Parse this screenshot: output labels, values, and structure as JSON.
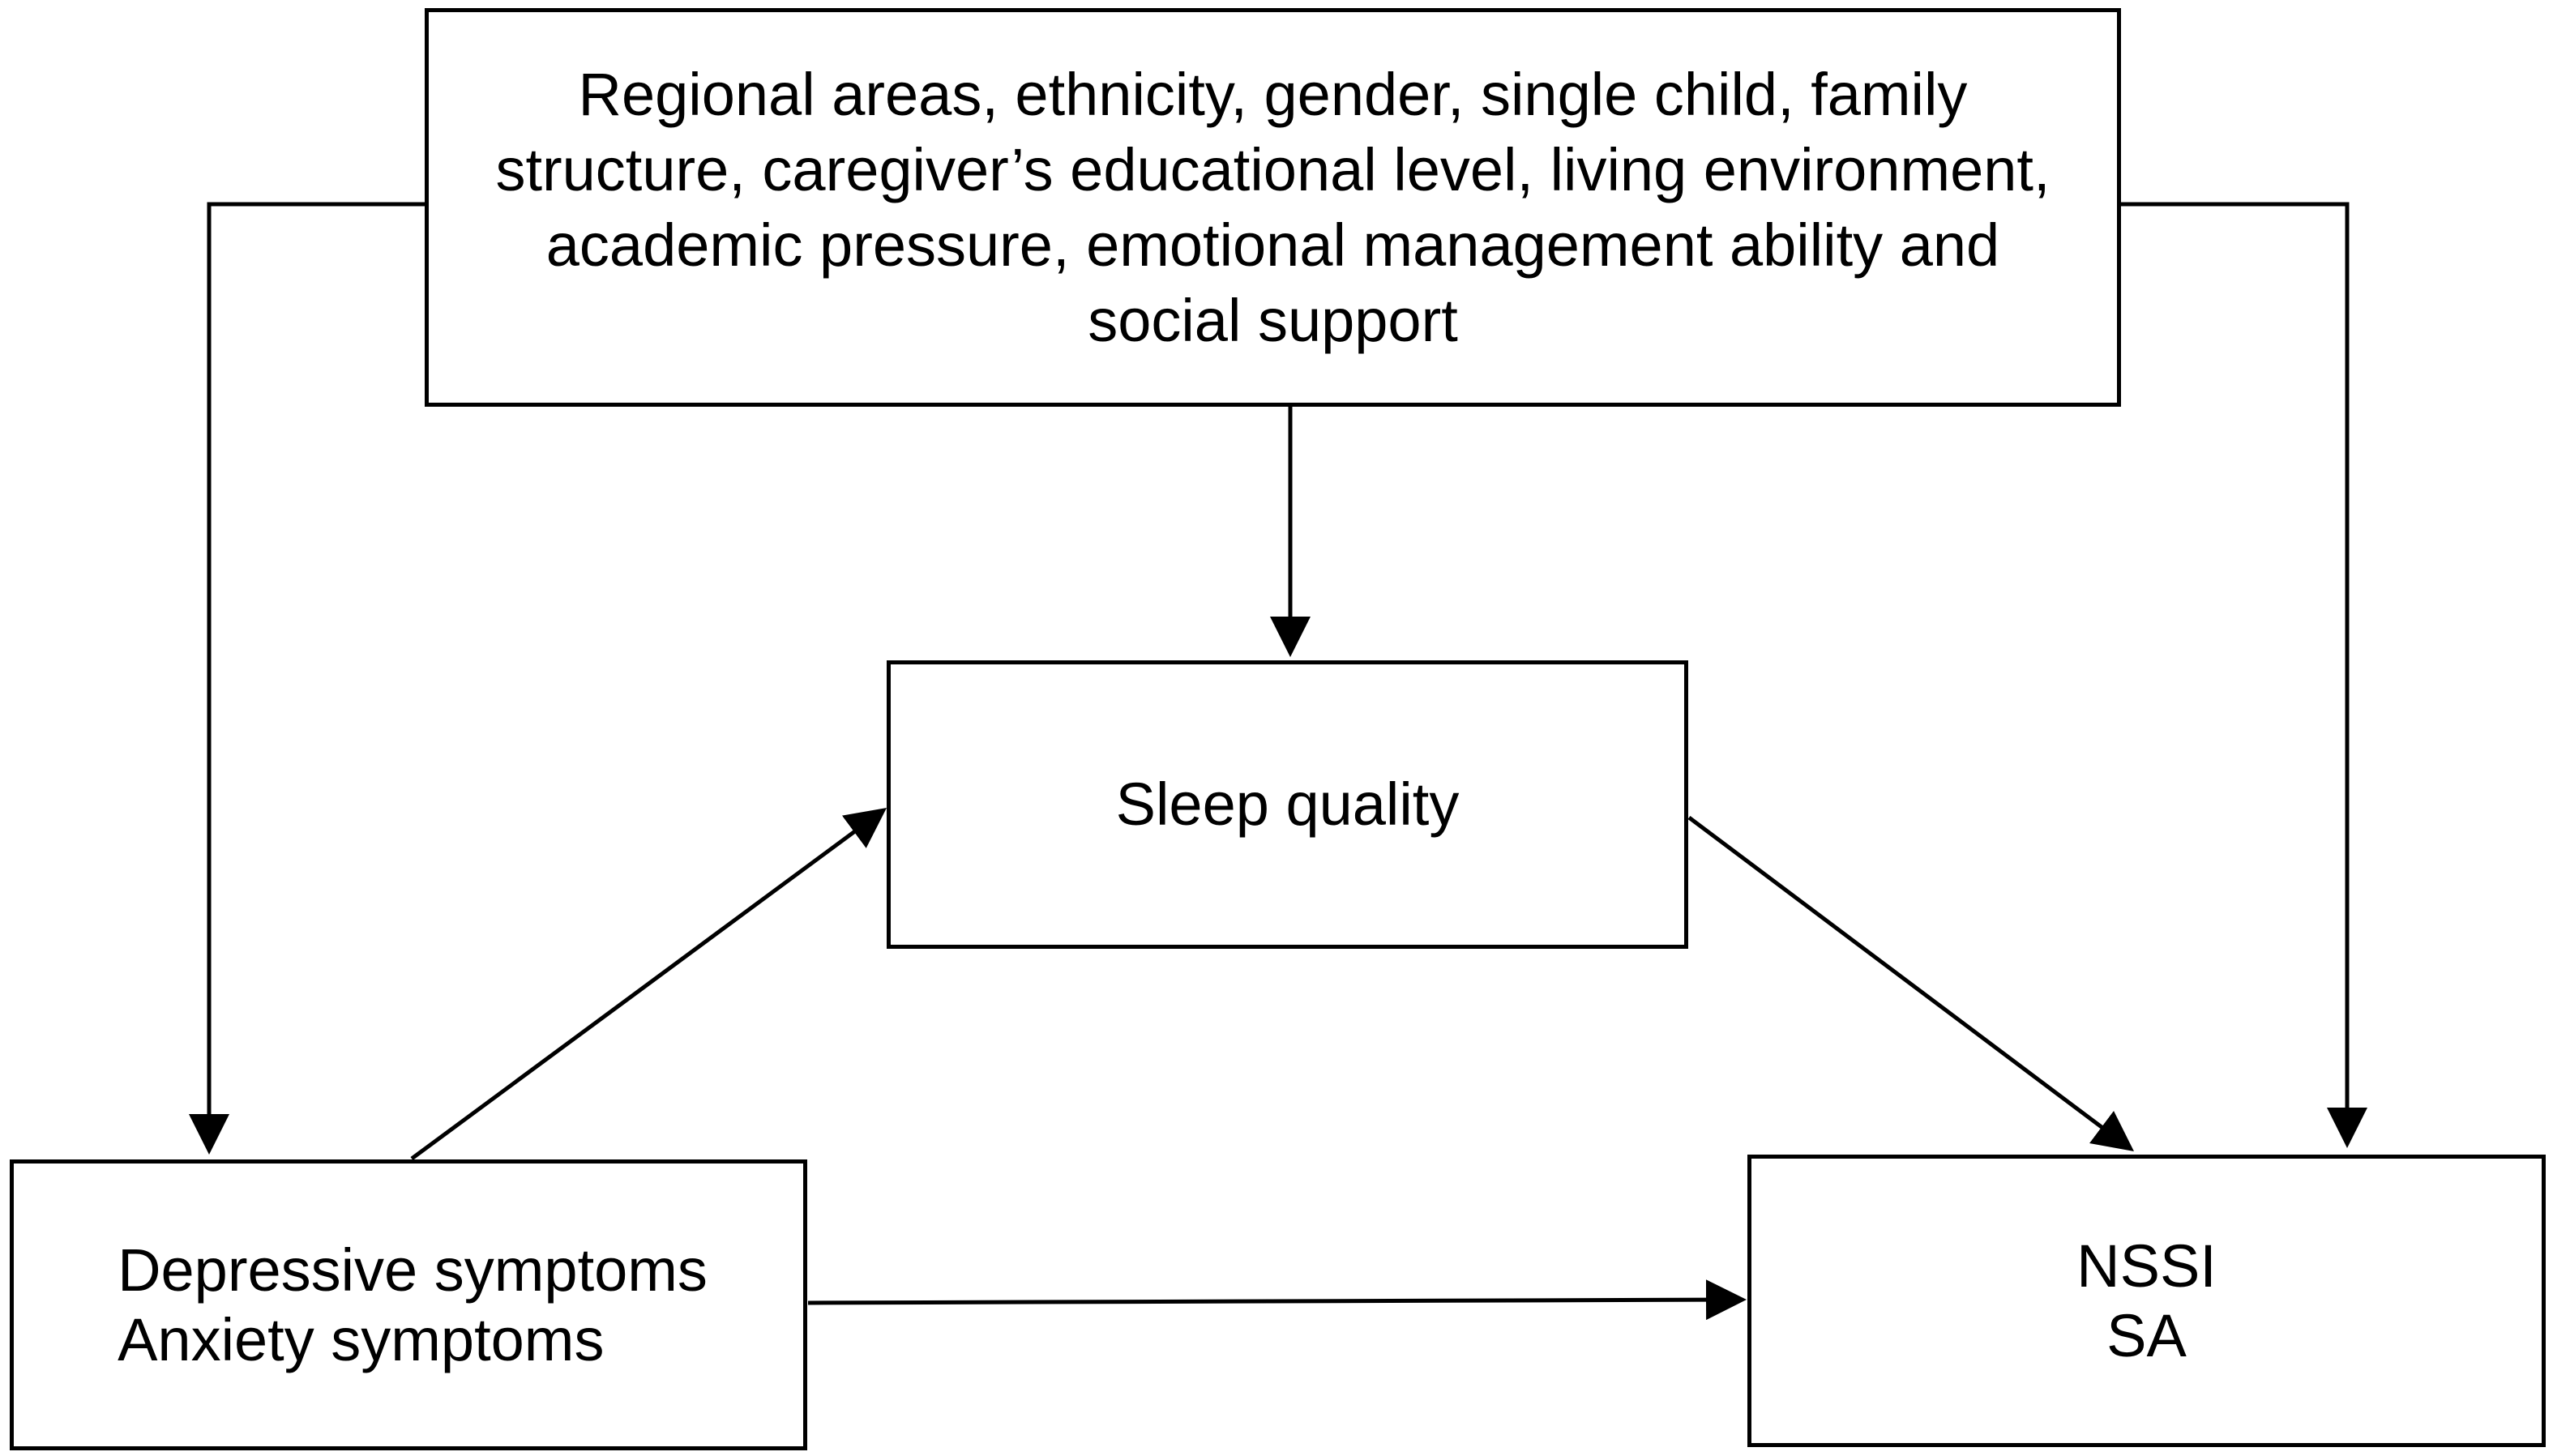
{
  "diagram": {
    "nodes": {
      "confounders": {
        "text": "Regional areas, ethnicity, gender, single child, family structure, caregiver’s educational level, living environment, academic pressure, emotional management ability and social support"
      },
      "sleep": {
        "text": "Sleep quality"
      },
      "exposure": {
        "lines": [
          "Depressive symptoms",
          "Anxiety symptoms"
        ]
      },
      "outcome": {
        "lines": [
          "NSSI",
          "SA"
        ]
      }
    },
    "edges": [
      {
        "from": "confounders",
        "to": "exposure"
      },
      {
        "from": "confounders",
        "to": "sleep"
      },
      {
        "from": "confounders",
        "to": "outcome"
      },
      {
        "from": "exposure",
        "to": "sleep"
      },
      {
        "from": "sleep",
        "to": "outcome"
      },
      {
        "from": "exposure",
        "to": "outcome"
      }
    ]
  }
}
